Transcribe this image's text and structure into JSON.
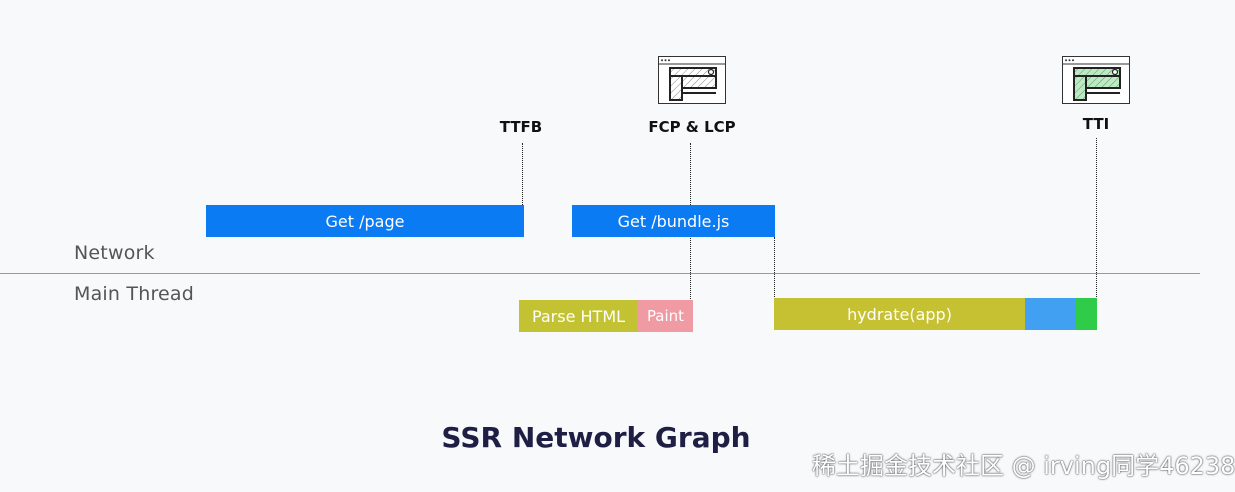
{
  "markers": {
    "ttfb": "TTFB",
    "fcp_lcp": "FCP & LCP",
    "tti": "TTI"
  },
  "lanes": {
    "network": "Network",
    "main_thread": "Main Thread"
  },
  "bars": {
    "get_page": "Get /page",
    "get_bundle": "Get /bundle.js",
    "parse_html": "Parse HTML",
    "paint": "Paint",
    "hydrate": "hydrate(app)"
  },
  "title": "SSR Network Graph",
  "watermark": "稀土掘金技术社区 @ irving同学46238",
  "colors": {
    "network_bar": "#0a7bf2",
    "parse_bar": "#c2c232",
    "paint_bar": "#f09aa4",
    "hydrate_bar": "#c6c132",
    "blue_segment": "#42a0f2",
    "green_segment": "#2fcc4a"
  },
  "icons": {
    "fcp_browser": "browser-window-icon",
    "tti_browser": "browser-window-interactive-icon"
  }
}
